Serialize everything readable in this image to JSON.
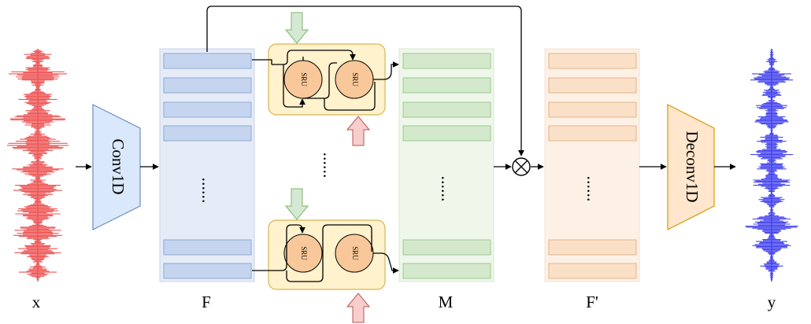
{
  "labels": {
    "input": "x",
    "features": "F",
    "mask": "M",
    "masked_features": "F'",
    "output": "y"
  },
  "blocks": {
    "encoder": "Conv1D",
    "decoder": "Deconv1D",
    "sru_cell": "SRU"
  },
  "ellipsis": "......",
  "colors": {
    "input_wave": "#ee5555",
    "output_wave": "#4444ee",
    "encoder_fill": "#dae8fc",
    "encoder_stroke": "#6c8ebf",
    "decoder_fill": "#ffe6cc",
    "decoder_stroke": "#d79b00",
    "feature_panel": "#e6ecf7",
    "feature_bar": "#c5d5ef",
    "mask_panel": "#eef7ea",
    "mask_bar": "#d4e9cc",
    "masked_panel": "#fdf1e6",
    "masked_bar": "#fbe0c8",
    "sru_block": "#fff2cc",
    "sru_circle": "#f8c89a",
    "arrow_down": "#d5e8d4",
    "arrow_up": "#f8cecc"
  },
  "icons": {
    "multiply": "circled-times-icon"
  }
}
